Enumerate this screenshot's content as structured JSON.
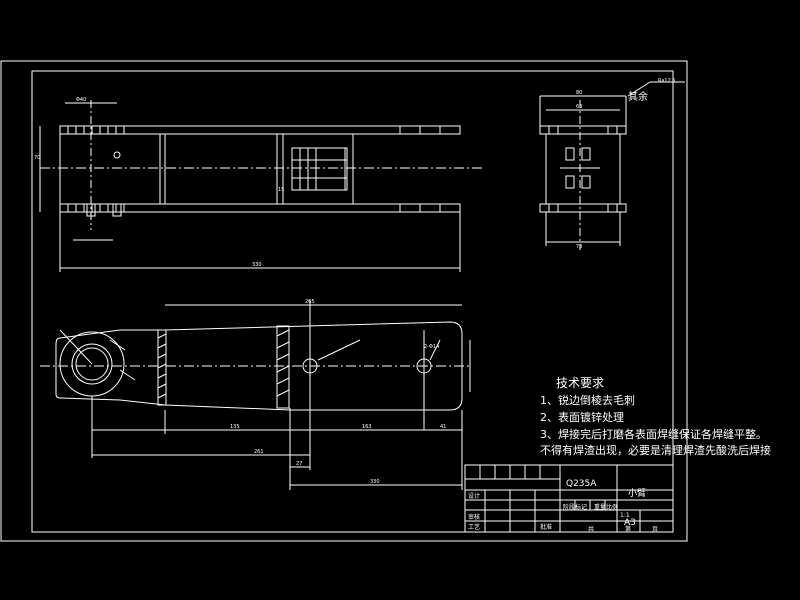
{
  "tech_requirements": {
    "title": "技术要求",
    "items": [
      "1、锐边倒棱去毛刺",
      "2、表面镀锌处理",
      "3、焊接完后打磨各表面焊缝保证各焊缝平整。",
      "不得有焊渣出现，必要是清理焊渣先酸洗后焊接"
    ]
  },
  "side_view": {
    "note": "其余",
    "roughness": "Ra12.5"
  },
  "title_block": {
    "material": "Q235A",
    "part_name": "小臂",
    "scale": "1:1",
    "sheet_size": "A3",
    "sheet_label": "页",
    "labels": {
      "design": "设计",
      "check": "审核",
      "process": "工艺",
      "approve": "批准",
      "weight": "重量",
      "stage": "阶段标记",
      "ratio": "比例",
      "total": "共",
      "sheet": "第"
    }
  },
  "dimensions": {
    "top_overall": "330",
    "top_left_small": "Φ40",
    "top_height": "70",
    "top_mid": "15",
    "side_top": "80",
    "side_top2": "63",
    "side_bottom": "73",
    "bottom_len": "265",
    "bottom_135": "135",
    "bottom_163": "163",
    "bottom_41": "41",
    "bottom_261": "261",
    "bottom_27": "27",
    "bottom_330": "330",
    "hole_label": "2-Φ14"
  }
}
